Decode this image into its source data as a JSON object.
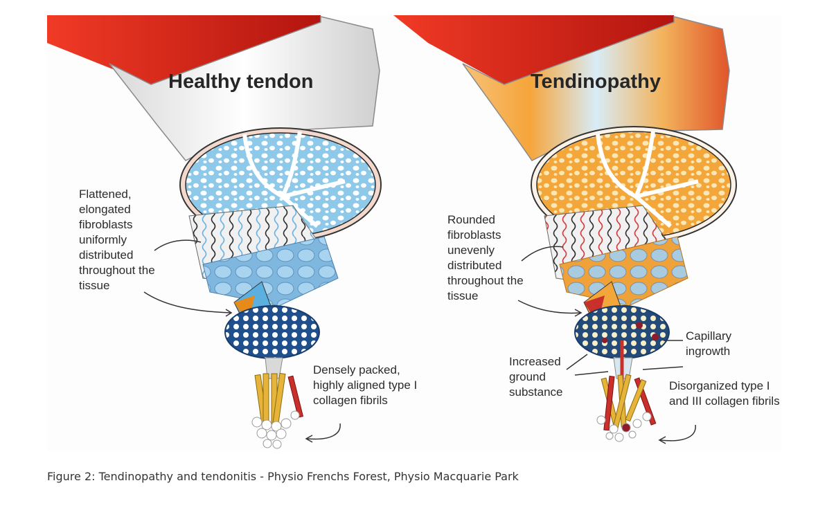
{
  "figure": {
    "healthy": {
      "title": "Healthy tendon",
      "label_fibroblasts": "Flattened, elongated fibroblasts uniformly distributed throughout the tissue",
      "label_fibrils": "Densely packed, highly aligned type I collagen fibrils"
    },
    "tendinopathy": {
      "title": "Tendinopathy",
      "label_fibroblasts": "Rounded fibroblasts unevenly distributed throughout the tissue",
      "label_capillary": "Capillary ingrowth",
      "label_ground": "Increased ground substance",
      "label_fibrils": "Disorganized type I and III collagen fibrils"
    }
  },
  "caption": "Figure 2: Tendinopathy and tendonitis - Physio Frenchs Forest, Physio Macquarie Park",
  "colors": {
    "muscle_red": "#d42a1e",
    "healthy_blue": "#8ec9ea",
    "tendinopathy_orange": "#f3a63a",
    "fascicle_dark_blue": "#1f4f8c",
    "fibril_yellow": "#e7b43a"
  }
}
